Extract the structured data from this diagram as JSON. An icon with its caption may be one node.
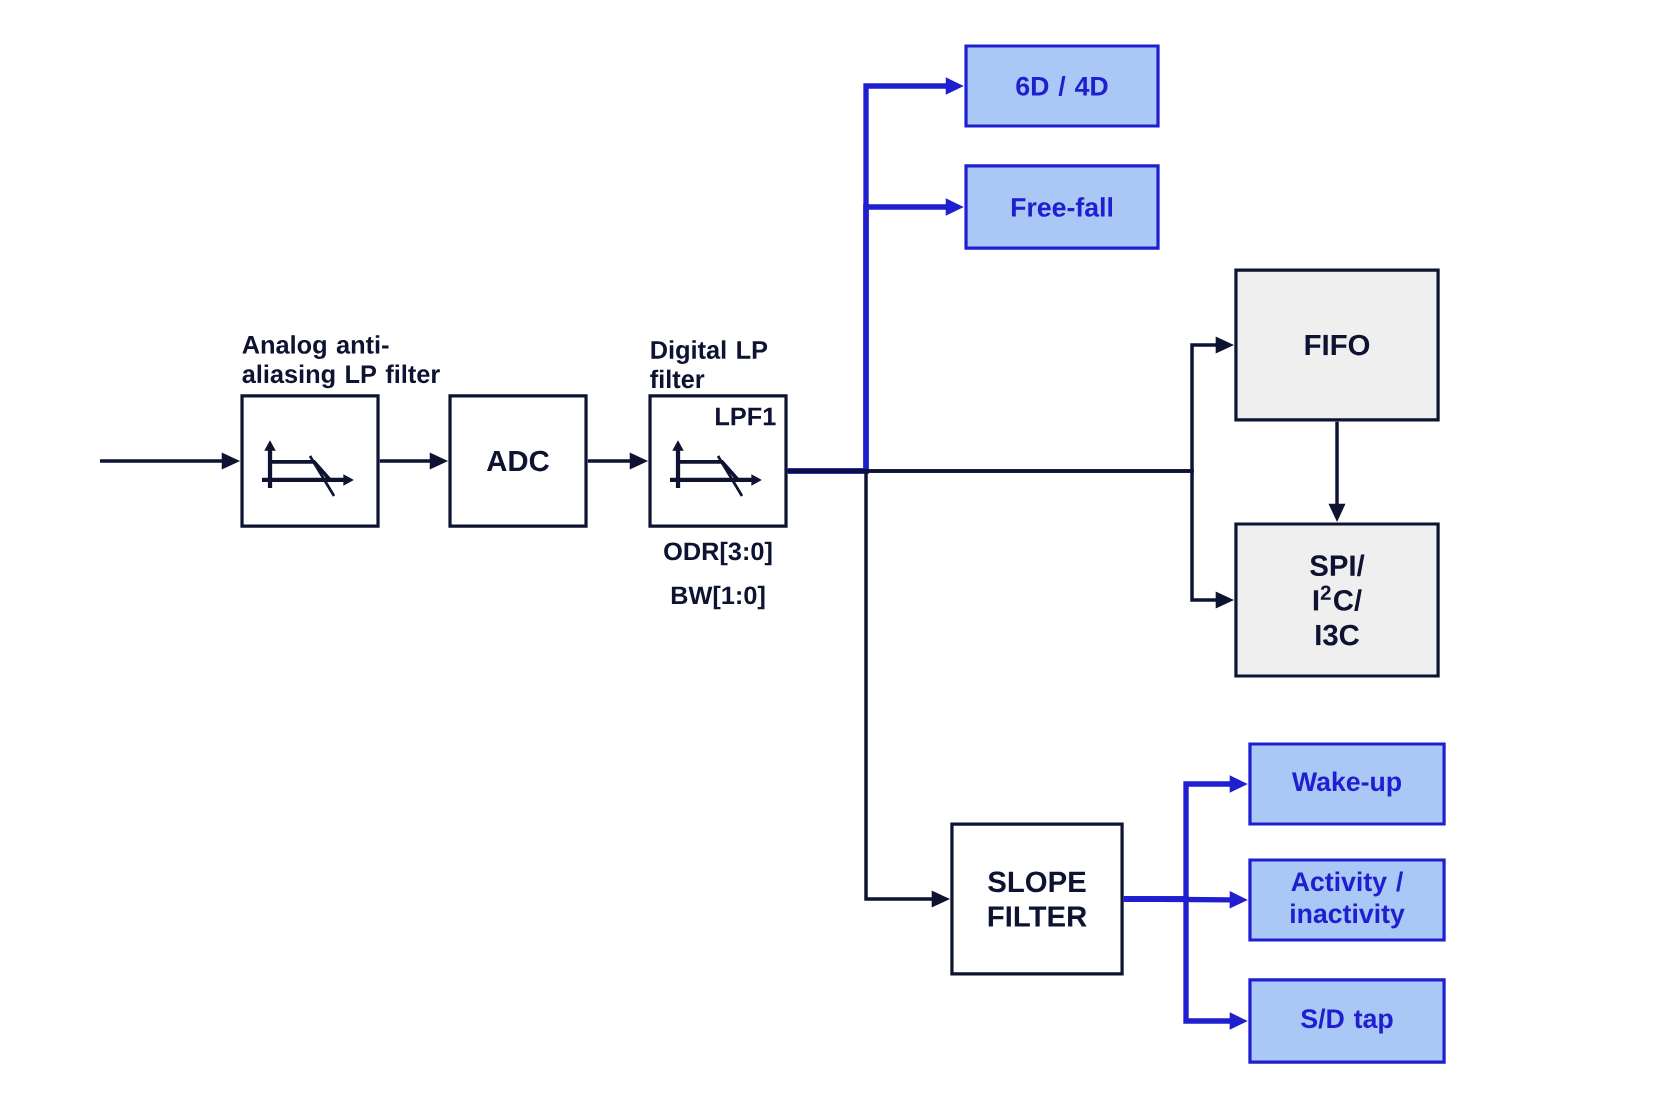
{
  "diagram": {
    "nodes": [
      {
        "text": [
          "Analog anti-aliasing LP filter"
        ]
      },
      {
        "text": [
          "ADC"
        ]
      },
      {
        "text": [
          "Digital LP filter",
          "LPF1"
        ],
        "beside": [
          "ODR[3:0]",
          "BW[1:0]"
        ]
      },
      {
        "text": [
          "6D / 4D"
        ]
      },
      {
        "text": [
          "Free-fall"
        ]
      },
      {
        "text": [
          "FIFO"
        ]
      },
      {
        "text": [
          "SPI/ I$^{2}$C/ I3C"
        ]
      },
      {
        "text": [
          "SLOPE FILTER"
        ]
      },
      {
        "text": [
          "Wake-up"
        ]
      },
      {
        "text": [
          "Activity / inactivity"
        ]
      },
      {
        "text": [
          "S/D tap"
        ]
      }
    ],
    "edges": [
      {
        "from": null,
        "to": 0,
        "arrow": "to"
      },
      {
        "from": 0,
        "to": 1,
        "arrow": "to"
      },
      {
        "from": 1,
        "to": 2,
        "arrow": "to"
      },
      {
        "from": 2,
        "to": 3,
        "arrow": "to",
        "color": "#1f1fd0"
      },
      {
        "from": 2,
        "to": 4,
        "arrow": "to",
        "color": "#1f1fd0"
      },
      {
        "from": 2,
        "to": 5,
        "arrow": "to"
      },
      {
        "from": 2,
        "to": 6,
        "arrow": "to"
      },
      {
        "from": 2,
        "to": 7,
        "arrow": "to"
      },
      {
        "from": 5,
        "to": 6,
        "arrow": "to"
      },
      {
        "from": 7,
        "to": 8,
        "arrow": "to",
        "color": "#1f1fd0"
      },
      {
        "from": 7,
        "to": 9,
        "arrow": "to",
        "color": "#1f1fd0"
      },
      {
        "from": 7,
        "to": 10,
        "arrow": "to",
        "color": "#1f1fd0"
      }
    ]
  }
}
